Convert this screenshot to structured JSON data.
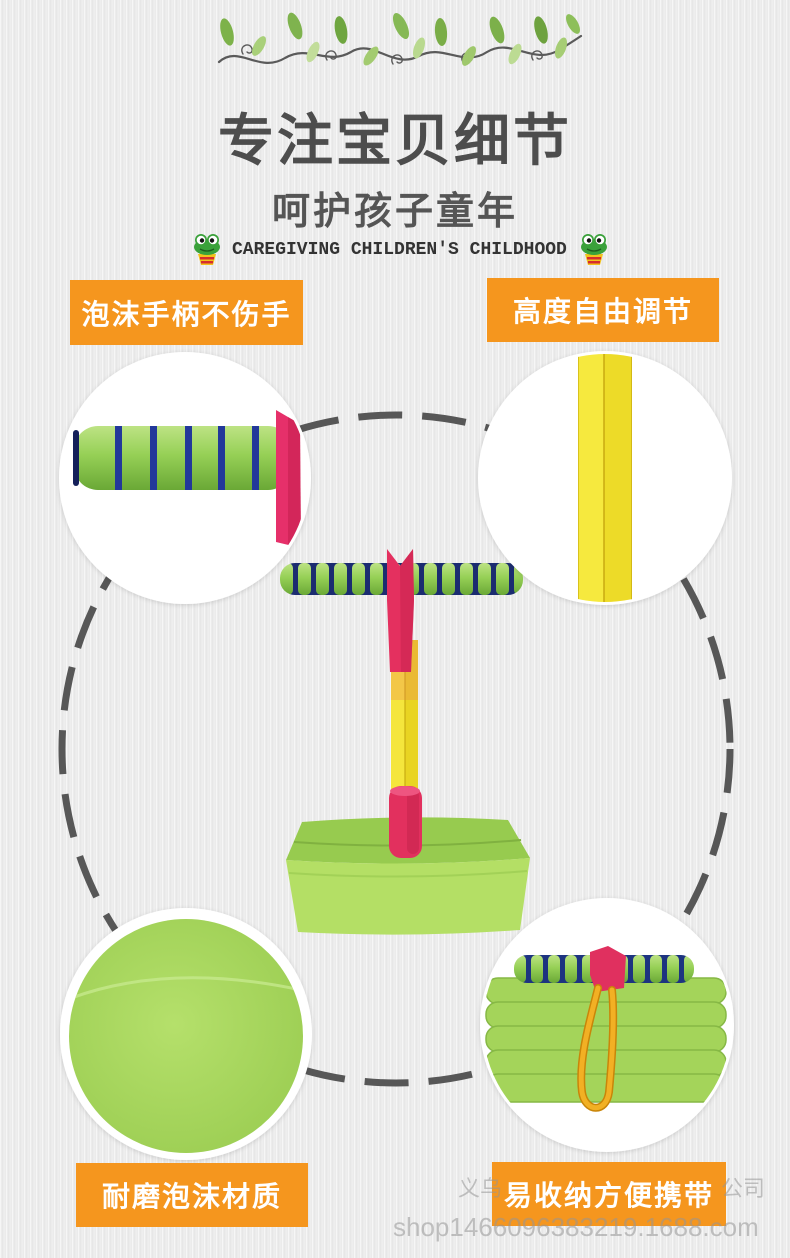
{
  "header": {
    "title": "专注宝贝细节",
    "subtitle": "呵护孩子童年",
    "tagline": "CAREGIVING CHILDREN'S CHILDHOOD"
  },
  "features": [
    {
      "label": "泡沫手柄不伤手",
      "icon": "foam-handle-closeup"
    },
    {
      "label": "高度自由调节",
      "icon": "pole-closeup"
    },
    {
      "label": "耐磨泡沫材质",
      "icon": "foam-texture-closeup"
    },
    {
      "label": "易收纳方便携带",
      "icon": "folded-product-closeup"
    }
  ],
  "watermark": {
    "line1_start": "义乌",
    "line1_end": "公司",
    "line2": "shop1466096383219.1688.com"
  },
  "icons": {
    "decoration": "vine-icon",
    "tagline_marker": "frog-icon",
    "product": "pogo-jumper-icon"
  },
  "colors": {
    "label_bg": "#f5961e",
    "label_text": "#ffffff",
    "title_text": "#4d4d4d",
    "foam_green": "#a4d45a",
    "pole_yellow": "#f2e23a",
    "accent_red": "#e4305f",
    "dash_ring": "#575757"
  }
}
